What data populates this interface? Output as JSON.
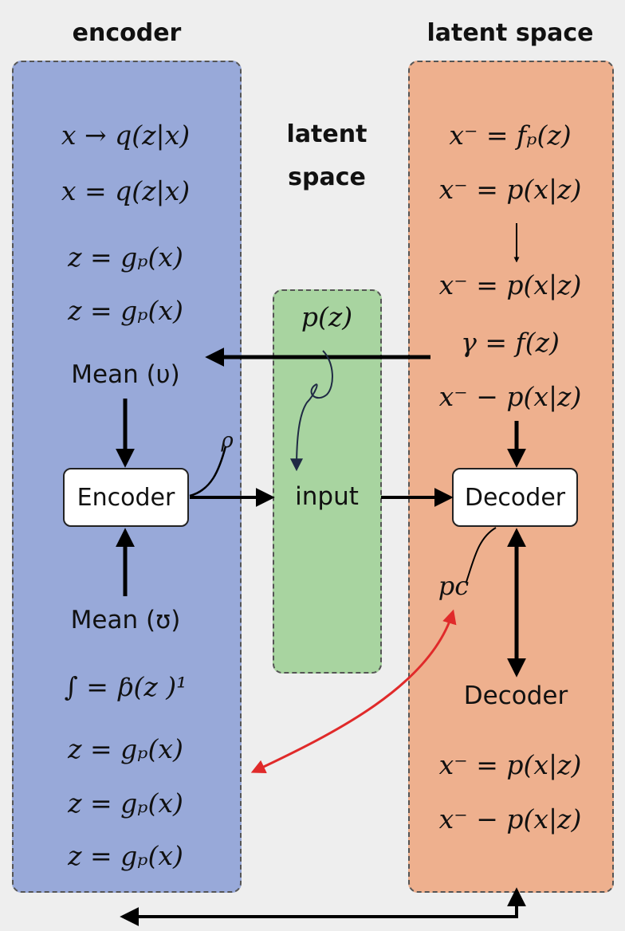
{
  "headings": {
    "encoder": "encoder",
    "latent_space_top": "latent space",
    "latent_space_middle": "latent\nspace"
  },
  "encoder_column": {
    "eq1": "x → q(z|x)",
    "eq2": "x = q(z|x)",
    "eq3": "z = gₚ(x)",
    "eq4": "z = gₚ(x)",
    "mean_top": "Mean (υ)",
    "node": "Encoder",
    "mean_bottom": "Mean (ʊ)",
    "eq5": "∫ = ƥ(z )¹",
    "eq6": "z = gₚ(x)",
    "eq7": "z = gₚ(x)",
    "eq8": "z = gₚ(x)"
  },
  "latent_column": {
    "prior": "p(z)",
    "input": "input",
    "squiggle_mark": "ρ"
  },
  "decoder_column": {
    "eq1": "x⁻ = fₚ(z)",
    "eq2": "x⁻ = p(x|z)",
    "eq3": "x⁻ = p(x|z)",
    "eq4": "γ = f(z)",
    "eq5": "x⁻ − p(x|z)",
    "node": "Decoder",
    "pc": "pc",
    "decoder_label": "Decoder",
    "eq6": "x⁻ = p(x|z)",
    "eq7": "x⁻ − p(x|z)"
  },
  "colors": {
    "encoder_panel": "#98a9d9",
    "latent_panel": "#a8d4a0",
    "decoder_panel": "#eeb08e",
    "background": "#eeeeee",
    "red_arrow": "#e02a2a",
    "squiggle": "#1f2a44"
  }
}
